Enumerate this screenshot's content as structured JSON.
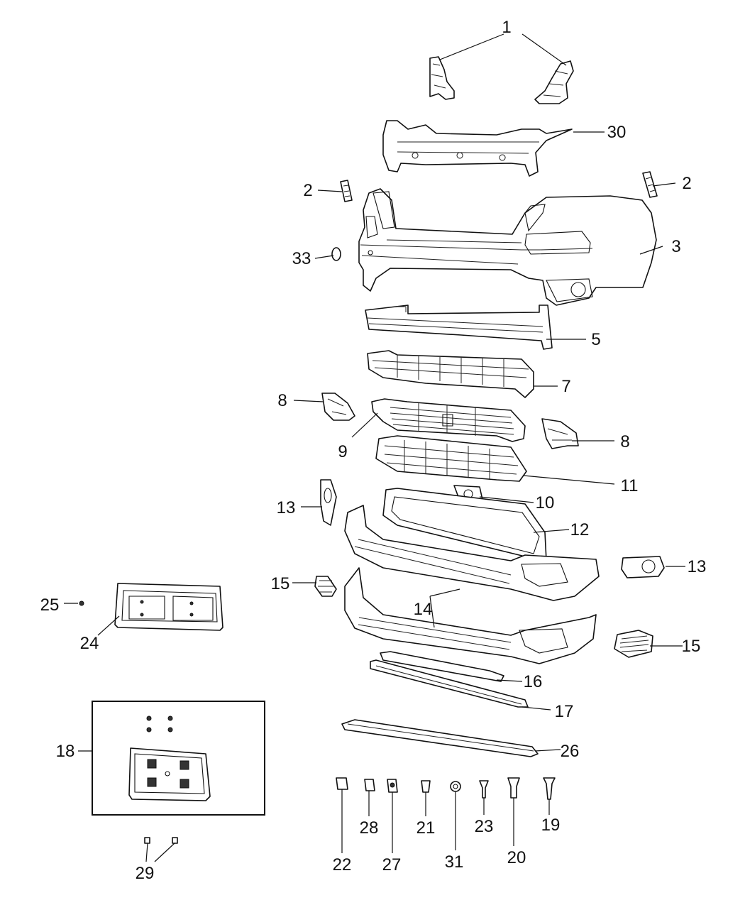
{
  "diagram": {
    "callouts": [
      "1",
      "2",
      "2",
      "3",
      "5",
      "7",
      "8",
      "8",
      "9",
      "10",
      "11",
      "12",
      "13",
      "13",
      "14",
      "15",
      "15",
      "16",
      "17",
      "18",
      "19",
      "20",
      "21",
      "22",
      "23",
      "24",
      "25",
      "26",
      "27",
      "28",
      "29",
      "30",
      "31",
      "33"
    ]
  }
}
